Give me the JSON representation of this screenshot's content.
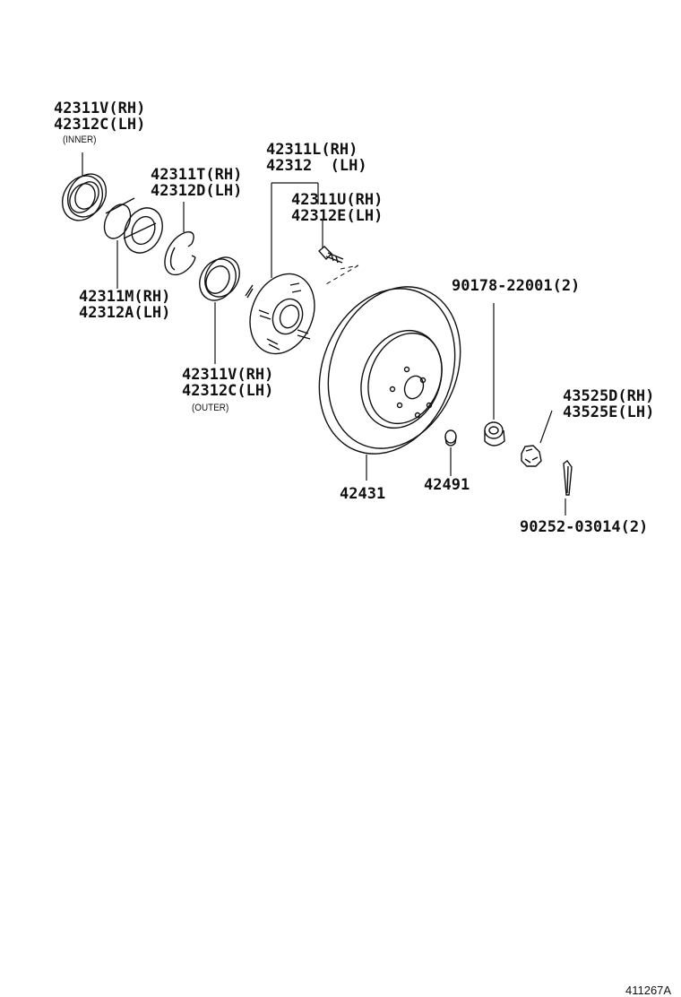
{
  "labels": {
    "inner_seal": {
      "rh": "42311V(RH)",
      "lh": "42312C(LH)",
      "note": "(INNER)"
    },
    "snap_ring": {
      "rh": "42311T(RH)",
      "lh": "42312D(LH)"
    },
    "hub": {
      "rh": "42311L(RH)",
      "lh": "42312  (LH)"
    },
    "hub_bolt": {
      "rh": "42311U(RH)",
      "lh": "42312E(LH)"
    },
    "bearing": {
      "rh": "42311M(RH)",
      "lh": "42312A(LH)"
    },
    "outer_seal": {
      "rh": "42311V(RH)",
      "lh": "42312C(LH)",
      "note": "(OUTER)"
    },
    "nut": "90178-22001(2)",
    "lock_cap": {
      "rh": "43525D(RH)",
      "lh": "43525E(LH)"
    },
    "disc": "42431",
    "plug": "42491",
    "cotter_pin": "90252-03014(2)"
  },
  "figure_id": "411267A"
}
